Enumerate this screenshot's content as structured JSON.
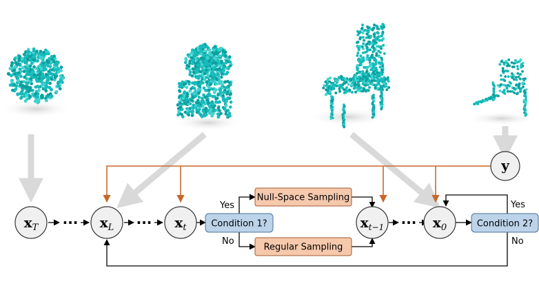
{
  "nodes": {
    "xT": {
      "main": "x",
      "sub": "T"
    },
    "xL": {
      "main": "x",
      "sub": "L"
    },
    "xt": {
      "main": "x",
      "sub": "t"
    },
    "xt1": {
      "main": "x",
      "sub": "t−1"
    },
    "x0": {
      "main": "x",
      "sub": "0"
    },
    "y": {
      "main": "y"
    }
  },
  "ellipsis": "···",
  "boxes": {
    "condition1": "Condition 1?",
    "condition2": "Condition 2?",
    "null_space": "Null-Space Sampling",
    "regular": "Regular Sampling"
  },
  "branches": {
    "yes1": "Yes",
    "no1": "No",
    "yes2": "Yes",
    "no2": "No"
  },
  "colors": {
    "node_fill": "#f0f0f0",
    "node_stroke": "#333333",
    "condition_fill": "#bcd3ea",
    "condition_stroke": "#4a6f99",
    "sampling_fill": "#f6c9ad",
    "sampling_stroke": "#a05a30",
    "orange_line": "#c8672a",
    "gray_arrow": "#d9d9d9",
    "points": "#16b8b8",
    "points_dark": "#0e8f8f"
  },
  "icons": [
    "noisy-point-cloud-icon",
    "partly-denoised-point-cloud-icon",
    "chair-point-cloud-icon",
    "partial-chair-point-cloud-icon"
  ]
}
